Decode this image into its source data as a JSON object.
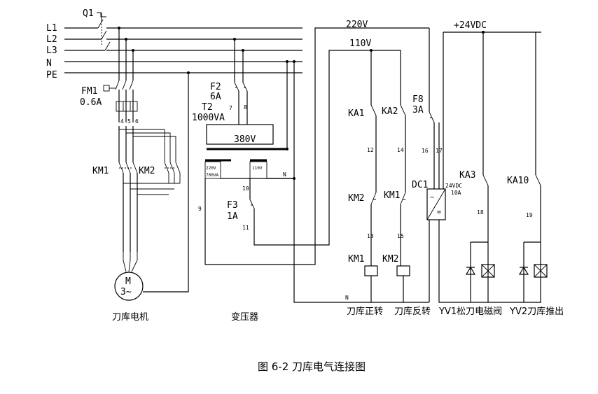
{
  "buses": {
    "l1": "L1",
    "l2": "L2",
    "l3": "L3",
    "n": "N",
    "pe": "PE"
  },
  "switches": {
    "q1": "Q1"
  },
  "fm1": {
    "name": "FM1",
    "rating": "0.6A",
    "terminals": [
      "4",
      "5",
      "6"
    ]
  },
  "contactors": {
    "km1": "KM1",
    "km2": "KM2"
  },
  "motor": {
    "symbol": "M",
    "phase": "3~"
  },
  "transformer": {
    "fuse_name": "F2",
    "fuse_rating": "6A",
    "name": "T2",
    "rating": "1000VA",
    "primary": "380V",
    "secondary_a": "220V",
    "secondary_a_va": "700VA",
    "secondary_b": "110V",
    "term_7": "7",
    "term_8": "8",
    "term_9": "9",
    "term_10": "10",
    "term_11": "11",
    "n": "N",
    "fuse3_name": "F3",
    "fuse3_rating": "1A"
  },
  "control": {
    "v220": "220V",
    "v110": "110V",
    "f8_name": "F8",
    "f8_rating": "3A",
    "ka1": "KA1",
    "ka2": "KA2",
    "km2": "KM2",
    "km1": "KM1",
    "coil1": "KM1",
    "coil2": "KM2",
    "t12": "12",
    "t14": "14",
    "t13": "13",
    "t15": "15",
    "t16": "16",
    "t17": "17",
    "n": "N"
  },
  "dc": {
    "supply": "+24VDC",
    "dc1": "DC1",
    "dc1_out": "24VDC",
    "dc1_rating": "10A",
    "ka3": "KA3",
    "ka10": "KA10",
    "t18": "18",
    "t19": "19"
  },
  "captions": {
    "motor": "刀库电机",
    "transformer": "变压器",
    "fwd": "刀库正转",
    "rev": "刀库反转",
    "yv1": "YV1松刀电磁阀",
    "yv2": "YV2刀库推出"
  },
  "figure_title": "图 6-2 刀库电气连接图"
}
